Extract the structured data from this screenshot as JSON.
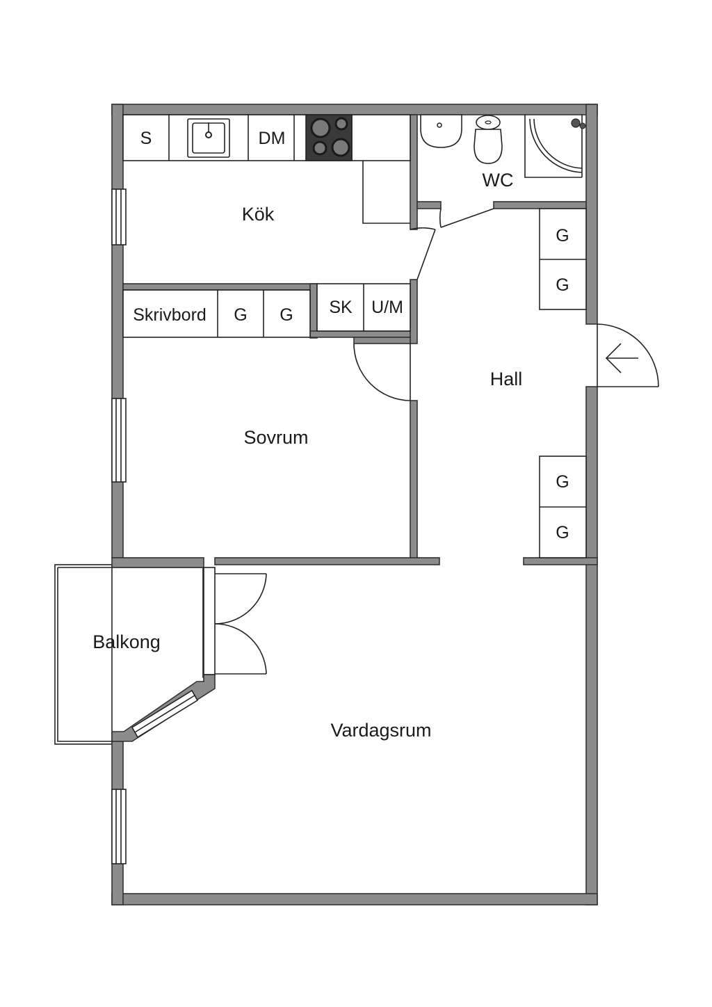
{
  "rooms": {
    "kok": "Kök",
    "wc": "WC",
    "hall": "Hall",
    "sovrum": "Sovrum",
    "balkong": "Balkong",
    "vardagsrum": "Vardagsrum"
  },
  "fixtures": {
    "s": "S",
    "dm": "DM",
    "skrivbord": "Skrivbord",
    "g": "G",
    "sk": "SK",
    "um": "U/M"
  },
  "colors": {
    "wall": "#8c8c8c",
    "wall_outline": "#333333",
    "line": "#222222",
    "background": "#ffffff",
    "stove": "#3a3a3a"
  },
  "icons": {
    "entrance": "arrow-left-icon",
    "sink": "sink-icon",
    "stove": "stove-icon",
    "toilet": "toilet-icon",
    "washbasin": "washbasin-icon",
    "shower": "shower-icon"
  }
}
